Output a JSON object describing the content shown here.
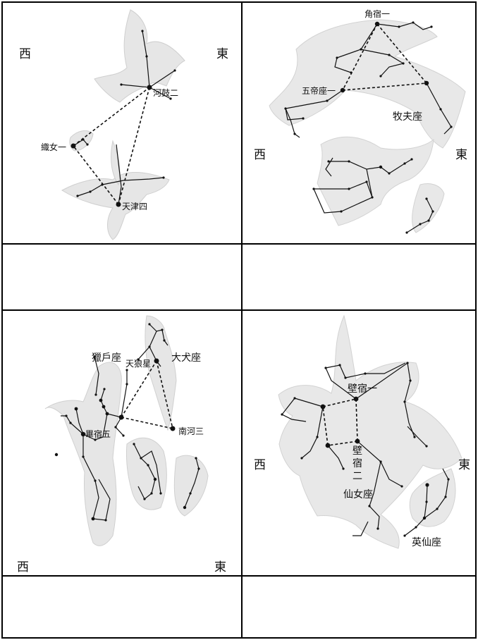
{
  "panels": [
    {
      "west": "西",
      "east": "東",
      "stars": {
        "s1": "河鼓二",
        "s2": "織女一",
        "s3": "天津四"
      }
    },
    {
      "west": "西",
      "east": "東",
      "stars": {
        "s1": "角宿一",
        "s2": "五帝座一"
      },
      "constellations": {
        "c1": "牧夫座"
      }
    },
    {
      "west": "西",
      "east": "東",
      "stars": {
        "s1": "天狼星",
        "s2": "畢宿五",
        "s3": "南河三"
      },
      "constellations": {
        "c1": "獵戶座",
        "c2": "大犬座"
      }
    },
    {
      "west": "西",
      "east": "東",
      "stars": {
        "s1": "壁宿一",
        "s2a": "壁",
        "s2b": "宿",
        "s2c": "二"
      },
      "constellations": {
        "c1": "仙女座",
        "c2": "英仙座"
      }
    }
  ]
}
